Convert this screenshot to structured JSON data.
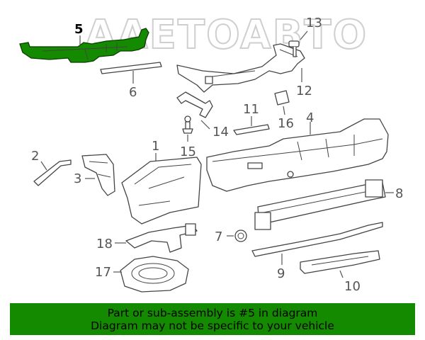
{
  "watermark": "AAETOABTO",
  "highlight_color": "#138a00",
  "callouts": {
    "c1": "1",
    "c2": "2",
    "c3": "3",
    "c4": "4",
    "c5": "5",
    "c6": "6",
    "c7": "7",
    "c8": "8",
    "c9": "9",
    "c10": "10",
    "c11": "11",
    "c12": "12",
    "c13": "13",
    "c14": "14",
    "c15": "15",
    "c16": "16",
    "c17": "17",
    "c18": "18"
  },
  "banner": {
    "line1": "Part or sub-assembly is #5 in diagram",
    "line2": "Diagram may not be specific to your vehicle"
  }
}
